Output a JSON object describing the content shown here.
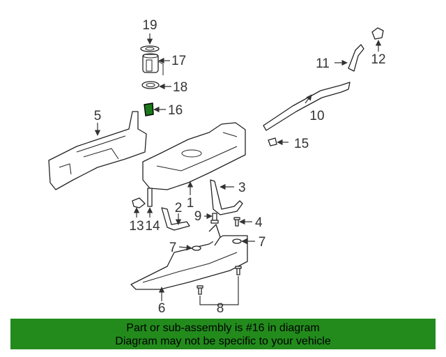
{
  "callouts": {
    "c1": "1",
    "c2": "2",
    "c3": "3",
    "c4": "4",
    "c5": "5",
    "c6": "6",
    "c7a": "7",
    "c7b": "7",
    "c8": "8",
    "c9": "9",
    "c10": "10",
    "c11": "11",
    "c12": "12",
    "c13": "13",
    "c14": "14",
    "c15": "15",
    "c16": "16",
    "c17": "17",
    "c18": "18",
    "c19": "19"
  },
  "highlighted_part": "16",
  "colors": {
    "banner_bg": "#228b1c",
    "highlight": "#1a7a1a"
  },
  "banner": {
    "line1": "Part or sub-assembly is #16 in diagram",
    "line2": "Diagram may not be specific to your vehicle"
  }
}
